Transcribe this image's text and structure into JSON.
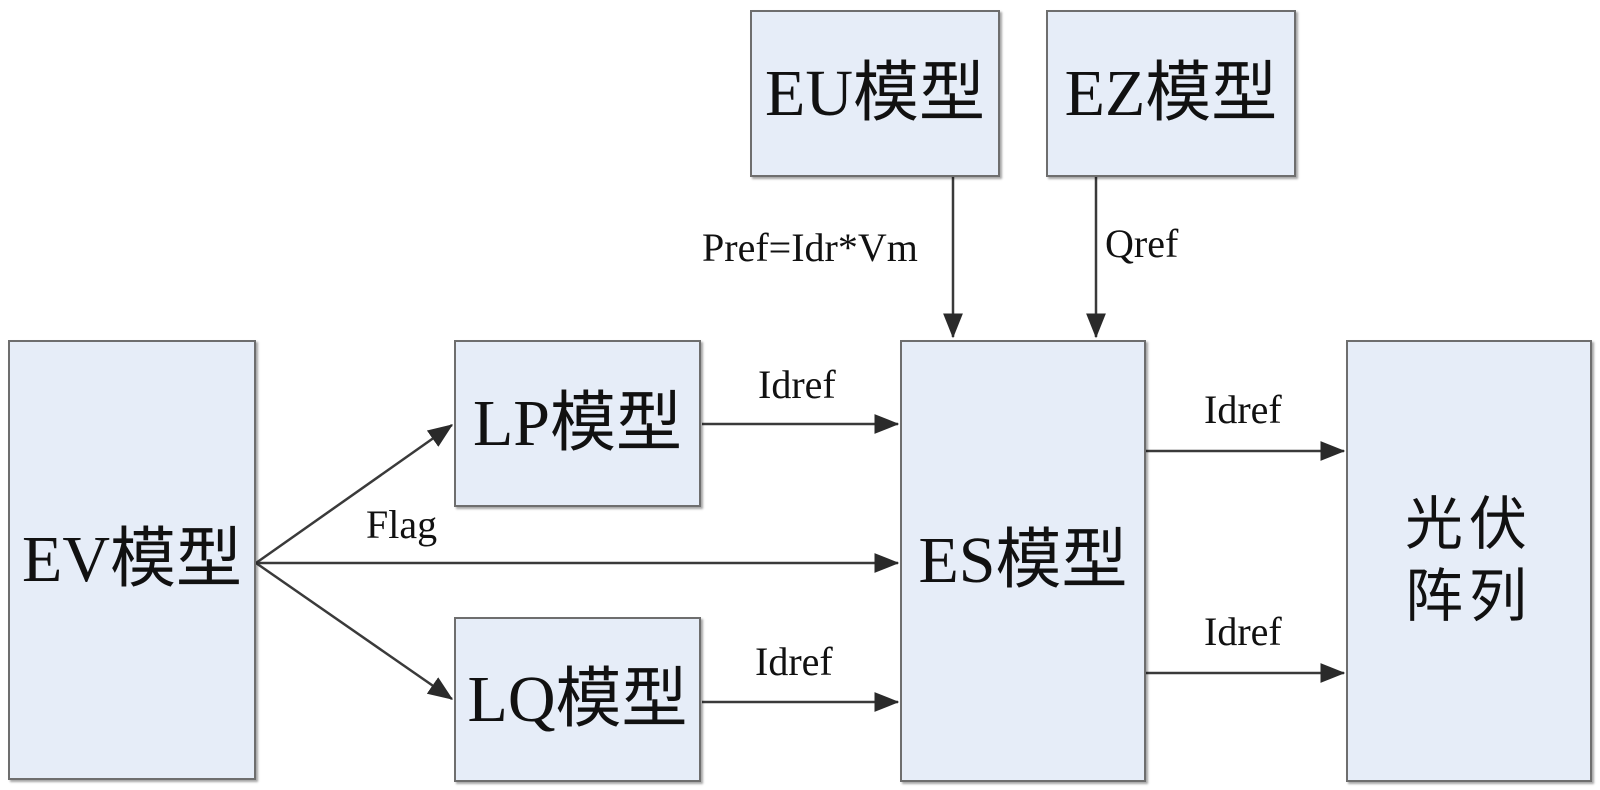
{
  "colors": {
    "box_fill": "#e6edf8",
    "box_border": "#6e6e6e",
    "line": "#3a3a3a",
    "text": "#111111"
  },
  "boxes": {
    "eu": "EU模型",
    "ez": "EZ模型",
    "ev": "EV模型",
    "lp": "LP模型",
    "lq": "LQ模型",
    "es": "ES模型",
    "pv": [
      "光伏",
      "阵列"
    ]
  },
  "labels": {
    "pref": "Pref=Idr*Vm",
    "qref": "Qref",
    "flag": "Flag",
    "lp_es": "Idref",
    "lq_es": "Idref",
    "es_pv_top": "Idref",
    "es_pv_bottom": "Idref"
  }
}
